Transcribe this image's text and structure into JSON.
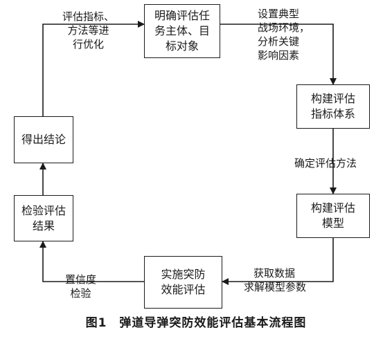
{
  "nodes": {
    "define_task": [
      "明确评估任",
      "务主体、目",
      "标对象"
    ],
    "build_index": [
      "构建评估",
      "指标体系"
    ],
    "build_model": [
      "构建评估",
      "模型"
    ],
    "implement_eval": [
      "实施突防",
      "效能评估"
    ],
    "verify_result": [
      "检验评估",
      "结果"
    ],
    "conclusion": [
      "得出结论"
    ]
  },
  "edge_labels": {
    "optimize": [
      "评估指标、",
      "方法等进",
      "行优化"
    ],
    "scenario": [
      "设置典型",
      "战场环境，",
      "分析关键",
      "影响因素"
    ],
    "method": [
      "确定评估方法"
    ],
    "solve": [
      "获取数据",
      "求解模型参数"
    ],
    "confidence": [
      "置信度",
      "检验"
    ]
  },
  "caption": {
    "number": "图1",
    "title": "弹道导弹突防效能评估基本流程图"
  },
  "colors": {
    "stroke": "#1a1a1a",
    "background": "#ffffff"
  }
}
